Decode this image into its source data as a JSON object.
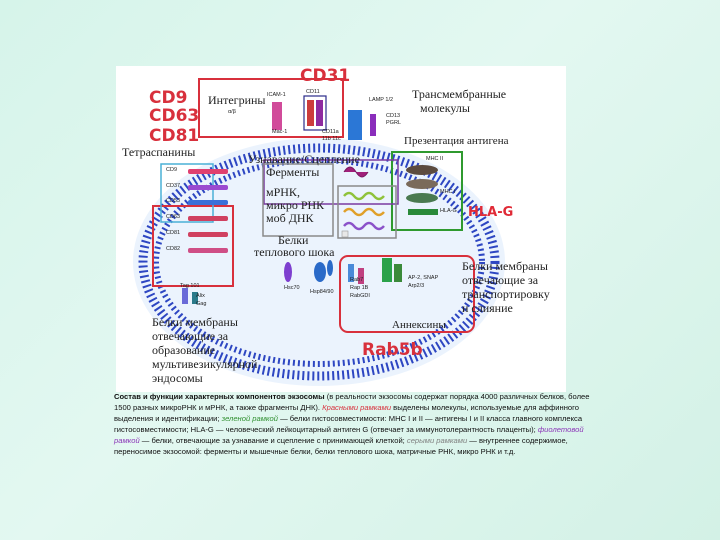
{
  "diagram": {
    "marker_labels": {
      "cd31": "CD31",
      "cd9": "CD9",
      "cd63": "CD63",
      "cd81": "CD81",
      "hla_g": "HLA-G",
      "rab5b": "Rab5b"
    },
    "region_labels": {
      "integrins": "Интегрины",
      "transmembrane_1": "Трансмембранные",
      "transmembrane_2": "молекулы",
      "tetraspanins": "Тетраспанины",
      "recognition": "Узнавание/Сцепление",
      "antigen_presentation": "Презентация антигена",
      "enzymes": "Ферменты",
      "rna_1": "мРНК,",
      "rna_2": "микро РНК",
      "rna_3": "моб ДНК",
      "heat_shock_1": "Белки",
      "heat_shock_2": "теплового шока",
      "transport_1": "Белки мембраны",
      "transport_2": "отвечающие за",
      "transport_3": "транспортировку",
      "transport_4": "и слияние",
      "mvb_1": "Белки мембраны",
      "mvb_2": "отвечающие за",
      "mvb_3": "образование",
      "mvb_4": "мультивезикулярной",
      "mvb_5": "эндосомы",
      "annexins": "Аннексины"
    },
    "protein_labels": {
      "icam1": "ICAM-1",
      "cd11": "CD11",
      "alpha_beta": "α/β",
      "mac1": "Mac-1",
      "cd11a": "CD11a",
      "cd11b": "11b 11c",
      "lamp": "LAMP 1/2",
      "cd13": "CD13",
      "pgrl": "PGRL",
      "cd9": "CD9",
      "cd37": "CD37",
      "cd53": "CD53",
      "cd63": "CD63",
      "cd81": "CD81",
      "cd82": "CD82",
      "mhc2": "MHC II",
      "mhc1": "MHC I",
      "hlag_small": "HLA-G",
      "tag101": "Tag 101",
      "alix": "Alix",
      "gag": "Gag",
      "hsc70": "Hsc70",
      "hsp8490": "Hsp84/90",
      "rab7": "Rab7",
      "rap1b": "Rap 1B",
      "rabgdi": "RabGDI",
      "ap2": "AP-2, SNAP",
      "arp23": "Arp2/3"
    }
  },
  "caption": {
    "title": "Состав и функции характерных компонентов экзосомы",
    "p1": " (в реальности экзосомы содержат порядка 4000 различных белков, более 1500 разных микроРНК и мРНК, а также фрагменты ДНК). ",
    "red_term": "Красными рамками",
    "p2": " выделены молекулы, используемые для аффинного выделения и идентификации; ",
    "green_term": "зеленой рамкой",
    "p3": " — белки гистосовместимости: MHC I и II — антигены I и II класса главного комплекса гистосовместимости; HLA-G — человеческий лейкоцитарный антиген G (отвечает за иммунотолерантность плаценты); ",
    "violet_term": "фиолетовой рамкой",
    "p4": " — белки, отвечающие за узнавание и сцепление с принимающей клеткой; ",
    "grey_term": "серыми рамками",
    "p5": " — внутреннее содержимое, переносимое экзосомой: ферменты и мышечные белки, белки теплового шока, матричные РНК, микро РНК и т.д."
  },
  "colors": {
    "membrane": "#3355cc",
    "red_frame": "#d8303c",
    "green_frame": "#2f9a2f",
    "violet_frame": "#7a3aa0",
    "grey_frame": "#8a8a8a",
    "cyan_frame": "#4ab0d6"
  }
}
